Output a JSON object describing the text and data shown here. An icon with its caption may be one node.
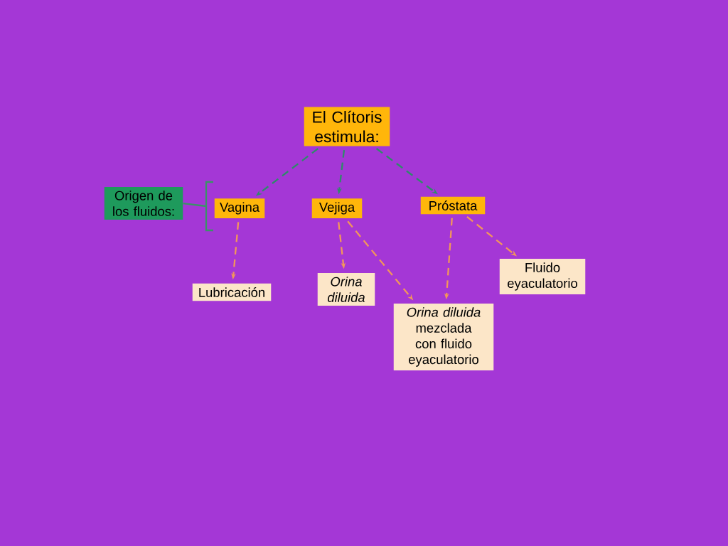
{
  "diagram": {
    "nodes": [
      {
        "text": [
          "El Clítoris estimula:"
        ]
      },
      {
        "text": [
          "Origen de los fluidos:"
        ]
      },
      {
        "text": [
          "Vagina"
        ]
      },
      {
        "text": [
          "Vejiga"
        ]
      },
      {
        "text": [
          "Próstata"
        ]
      },
      {
        "text": [
          "Lubricación"
        ]
      },
      {
        "text": [
          "Orina diluida"
        ]
      },
      {
        "text": [
          "*Orina diluida* mezclada con fluido eyaculatorio"
        ]
      },
      {
        "text": [
          "Fluido eyaculatorio"
        ]
      }
    ],
    "edges": [
      {
        "from": 0,
        "to": 2,
        "arrow": "to",
        "style": "dashed",
        "color": "#2f8a6a"
      },
      {
        "from": 0,
        "to": 3,
        "arrow": "to",
        "style": "dashed",
        "color": "#2f8a6a"
      },
      {
        "from": 0,
        "to": 4,
        "arrow": "to",
        "style": "dashed",
        "color": "#2f8a6a"
      },
      {
        "from": 2,
        "to": 5,
        "arrow": "to",
        "style": "dashed"
      },
      {
        "from": 3,
        "to": 6,
        "arrow": "to",
        "style": "dashed"
      },
      {
        "from": 3,
        "to": 7,
        "arrow": "to",
        "style": "dashed"
      },
      {
        "from": 4,
        "to": 7,
        "arrow": "to",
        "style": "dashed"
      },
      {
        "from": 4,
        "to": 8,
        "arrow": "to",
        "style": "dashed"
      }
    ]
  }
}
